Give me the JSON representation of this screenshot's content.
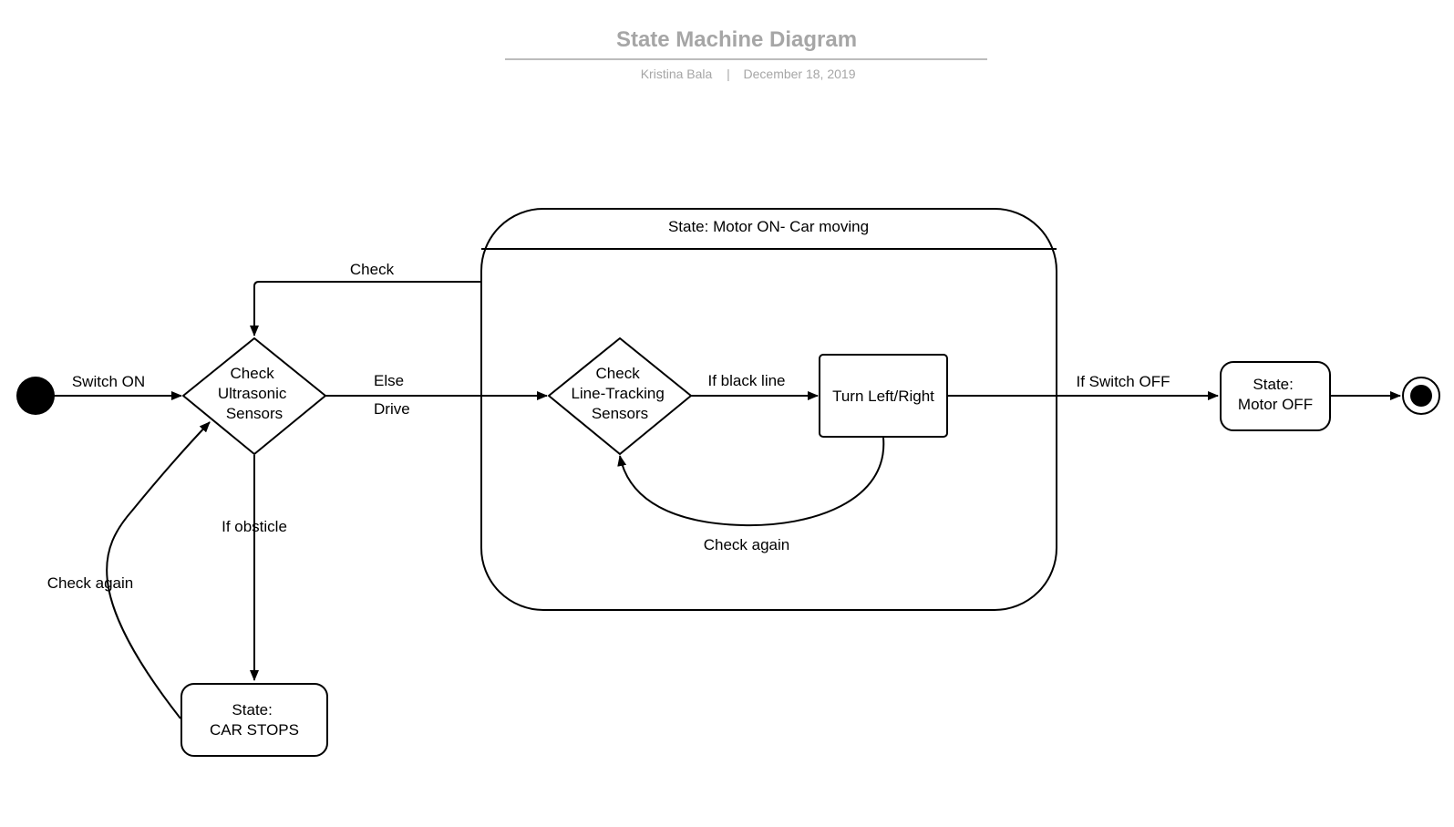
{
  "header": {
    "title": "State Machine Diagram",
    "author": "Kristina Bala",
    "separator": "|",
    "date": "December 18, 2019"
  },
  "nodes": {
    "check_ultrasonic": [
      "Check",
      "Ultrasonic",
      "Sensors"
    ],
    "check_line_tracking": [
      "Check",
      "Line-Tracking",
      "Sensors"
    ],
    "turn": [
      "Turn Left/Right"
    ],
    "car_stops": [
      "State:",
      "CAR STOPS"
    ],
    "motor_off": [
      "State:",
      "Motor OFF"
    ],
    "composite_title": "State: Motor ON- Car moving"
  },
  "edges": {
    "switch_on": "Switch ON",
    "else": "Else",
    "drive": "Drive",
    "check": "Check",
    "if_obsticle": "If obsticle",
    "check_again_left": "Check again",
    "if_black_line": "If black line",
    "check_again_inner": "Check again",
    "if_switch_off": "If Switch OFF"
  }
}
